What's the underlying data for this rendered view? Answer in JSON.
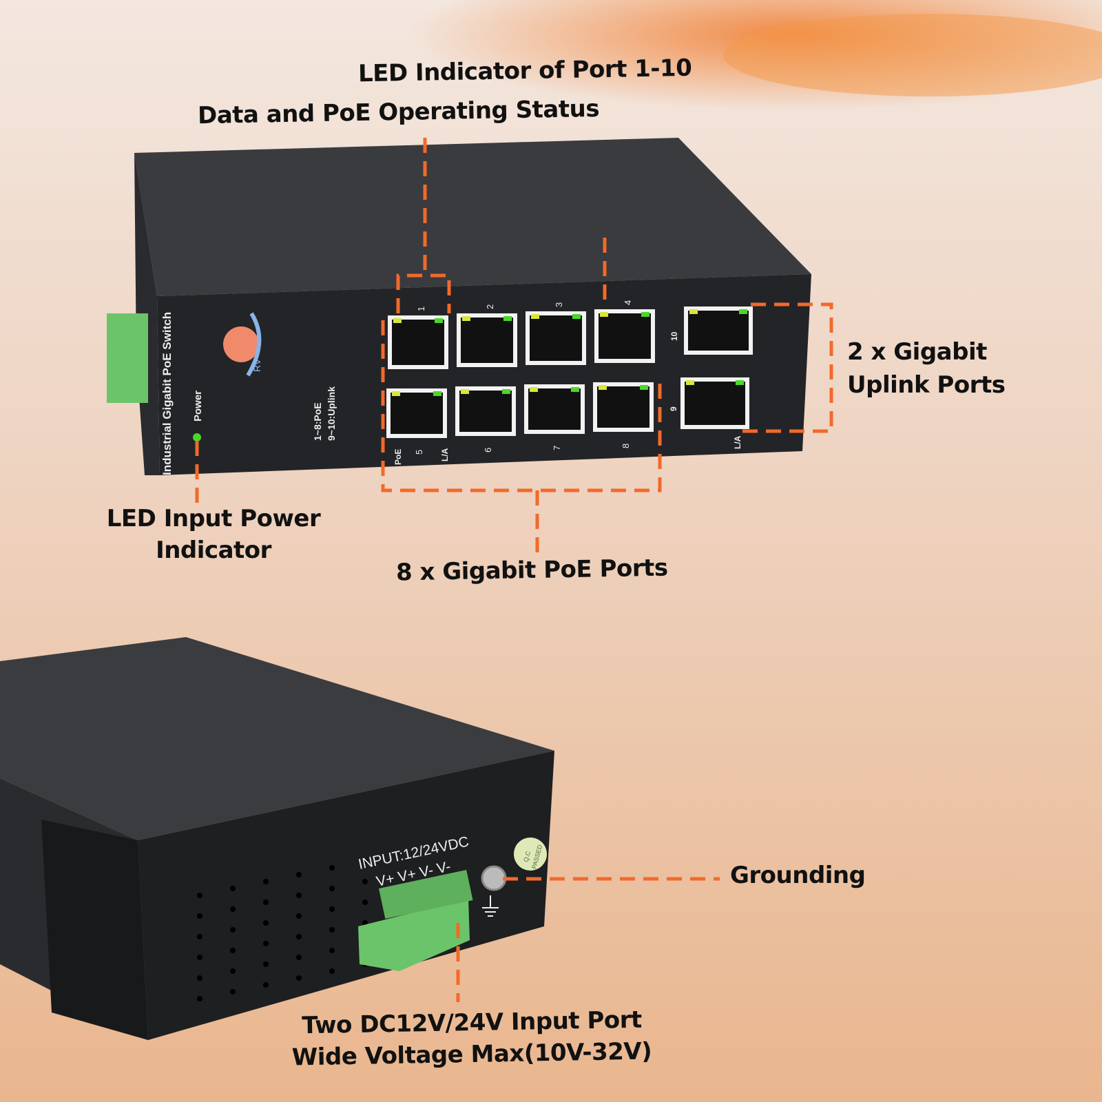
{
  "callouts": {
    "led_ports": {
      "line1": "LED Indicator of Port 1-10",
      "line2": "Data and PoE Operating Status"
    },
    "uplink": {
      "line1": "2 x Gigabit",
      "line2": "Uplink Ports"
    },
    "power_led": {
      "line1": "LED Input Power",
      "line2": "Indicator"
    },
    "poe_ports": {
      "line1": "8 x Gigabit PoE Ports"
    },
    "grounding": {
      "line1": "Grounding"
    },
    "input": {
      "line1": "Two DC12V/24V Input Port",
      "line2": "Wide Voltage Max(10V-32V)"
    }
  },
  "device_front": {
    "model_text": "Industrial Gigabit PoE Switch",
    "power_label": "Power",
    "logo_text": "RV",
    "port_legend_1": "1~8:PoE",
    "port_legend_2": "9~10:Uplink",
    "top_port_numbers": [
      "1",
      "2",
      "3",
      "4"
    ],
    "bottom_port_numbers": [
      "5",
      "6",
      "7",
      "8"
    ],
    "uplink_numbers": [
      "10",
      "9"
    ],
    "poe_label": "PoE",
    "la_label": "L/A",
    "la_label_uplink": "L/A"
  },
  "device_rear": {
    "input_text": "INPUT:12/24VDC",
    "terminal_text": "V+ V+ V- V-",
    "qc_line1": "Q.C",
    "qc_line2": "PASSED"
  },
  "colors": {
    "accent": "#f26a2a",
    "led_green": "#4cd62a",
    "led_yellow": "#d8e63a",
    "terminal_green": "#6cc46a"
  }
}
